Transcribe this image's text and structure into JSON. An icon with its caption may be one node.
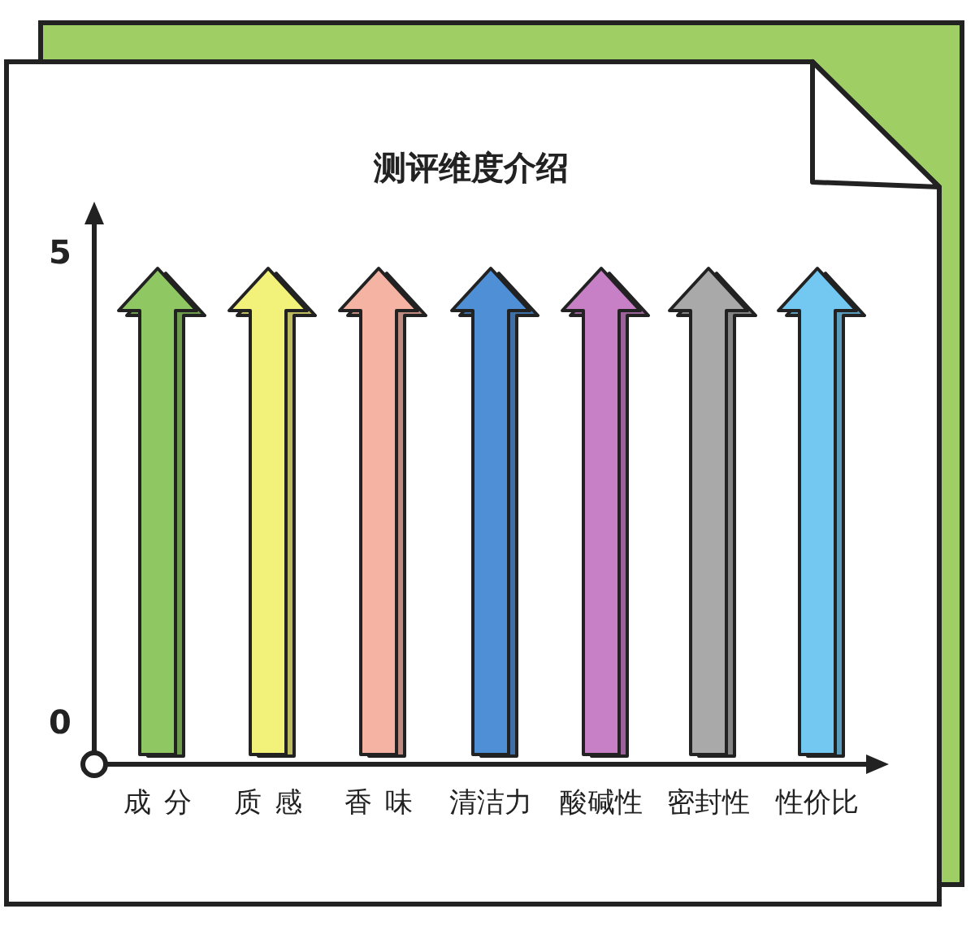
{
  "diagram": {
    "title": "测评维度介绍",
    "labels": [
      "5",
      "0",
      "成分",
      "质感",
      "香味",
      "清洁力",
      "酸碱性",
      "密封性",
      "性价比"
    ]
  }
}
